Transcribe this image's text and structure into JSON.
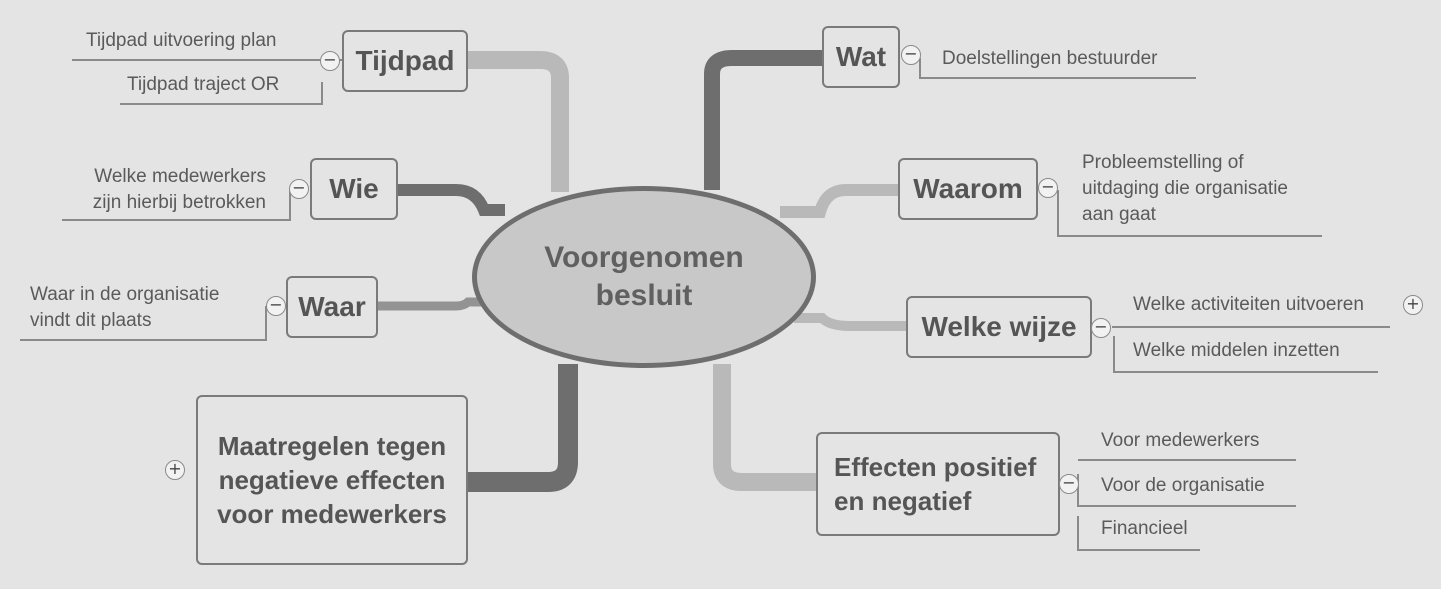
{
  "center": {
    "line1": "Voorgenomen",
    "line2": "besluit"
  },
  "nodes": {
    "tijdpad": {
      "label": "Tijdpad",
      "children": [
        "Tijdpad uitvoering plan",
        "Tijdpad traject OR"
      ],
      "toggle": "−"
    },
    "wie": {
      "label": "Wie",
      "children": [
        "Welke medewerkers",
        "zijn hierbij betrokken"
      ],
      "toggle": "−"
    },
    "waar": {
      "label": "Waar",
      "children": [
        "Waar in de organisatie",
        "vindt dit plaats"
      ],
      "toggle": "−"
    },
    "maatregelen": {
      "line1": "Maatregelen tegen",
      "line2": "negatieve effecten",
      "line3": "voor medewerkers",
      "toggle": "+"
    },
    "wat": {
      "label": "Wat",
      "children": [
        "Doelstellingen bestuurder"
      ],
      "toggle": "−"
    },
    "waarom": {
      "label": "Waarom",
      "children": [
        "Probleemstelling of",
        "uitdaging die organisatie",
        "aan gaat"
      ],
      "toggle": "−"
    },
    "welke_wijze": {
      "label": "Welke wijze",
      "children": [
        "Welke activiteiten uitvoeren",
        "Welke middelen inzetten"
      ],
      "toggle": "−",
      "child_toggle": "+"
    },
    "effecten": {
      "line1": "Effecten positief",
      "line2": "en negatief",
      "children": [
        "Voor medewerkers",
        "Voor de organisatie",
        "Financieel"
      ],
      "toggle": "−"
    }
  },
  "colors": {
    "background": "#e4e4e5",
    "branch_dark": "#6e6e6e",
    "branch_light": "#b9b9ba",
    "border": "#7a7a7a"
  }
}
